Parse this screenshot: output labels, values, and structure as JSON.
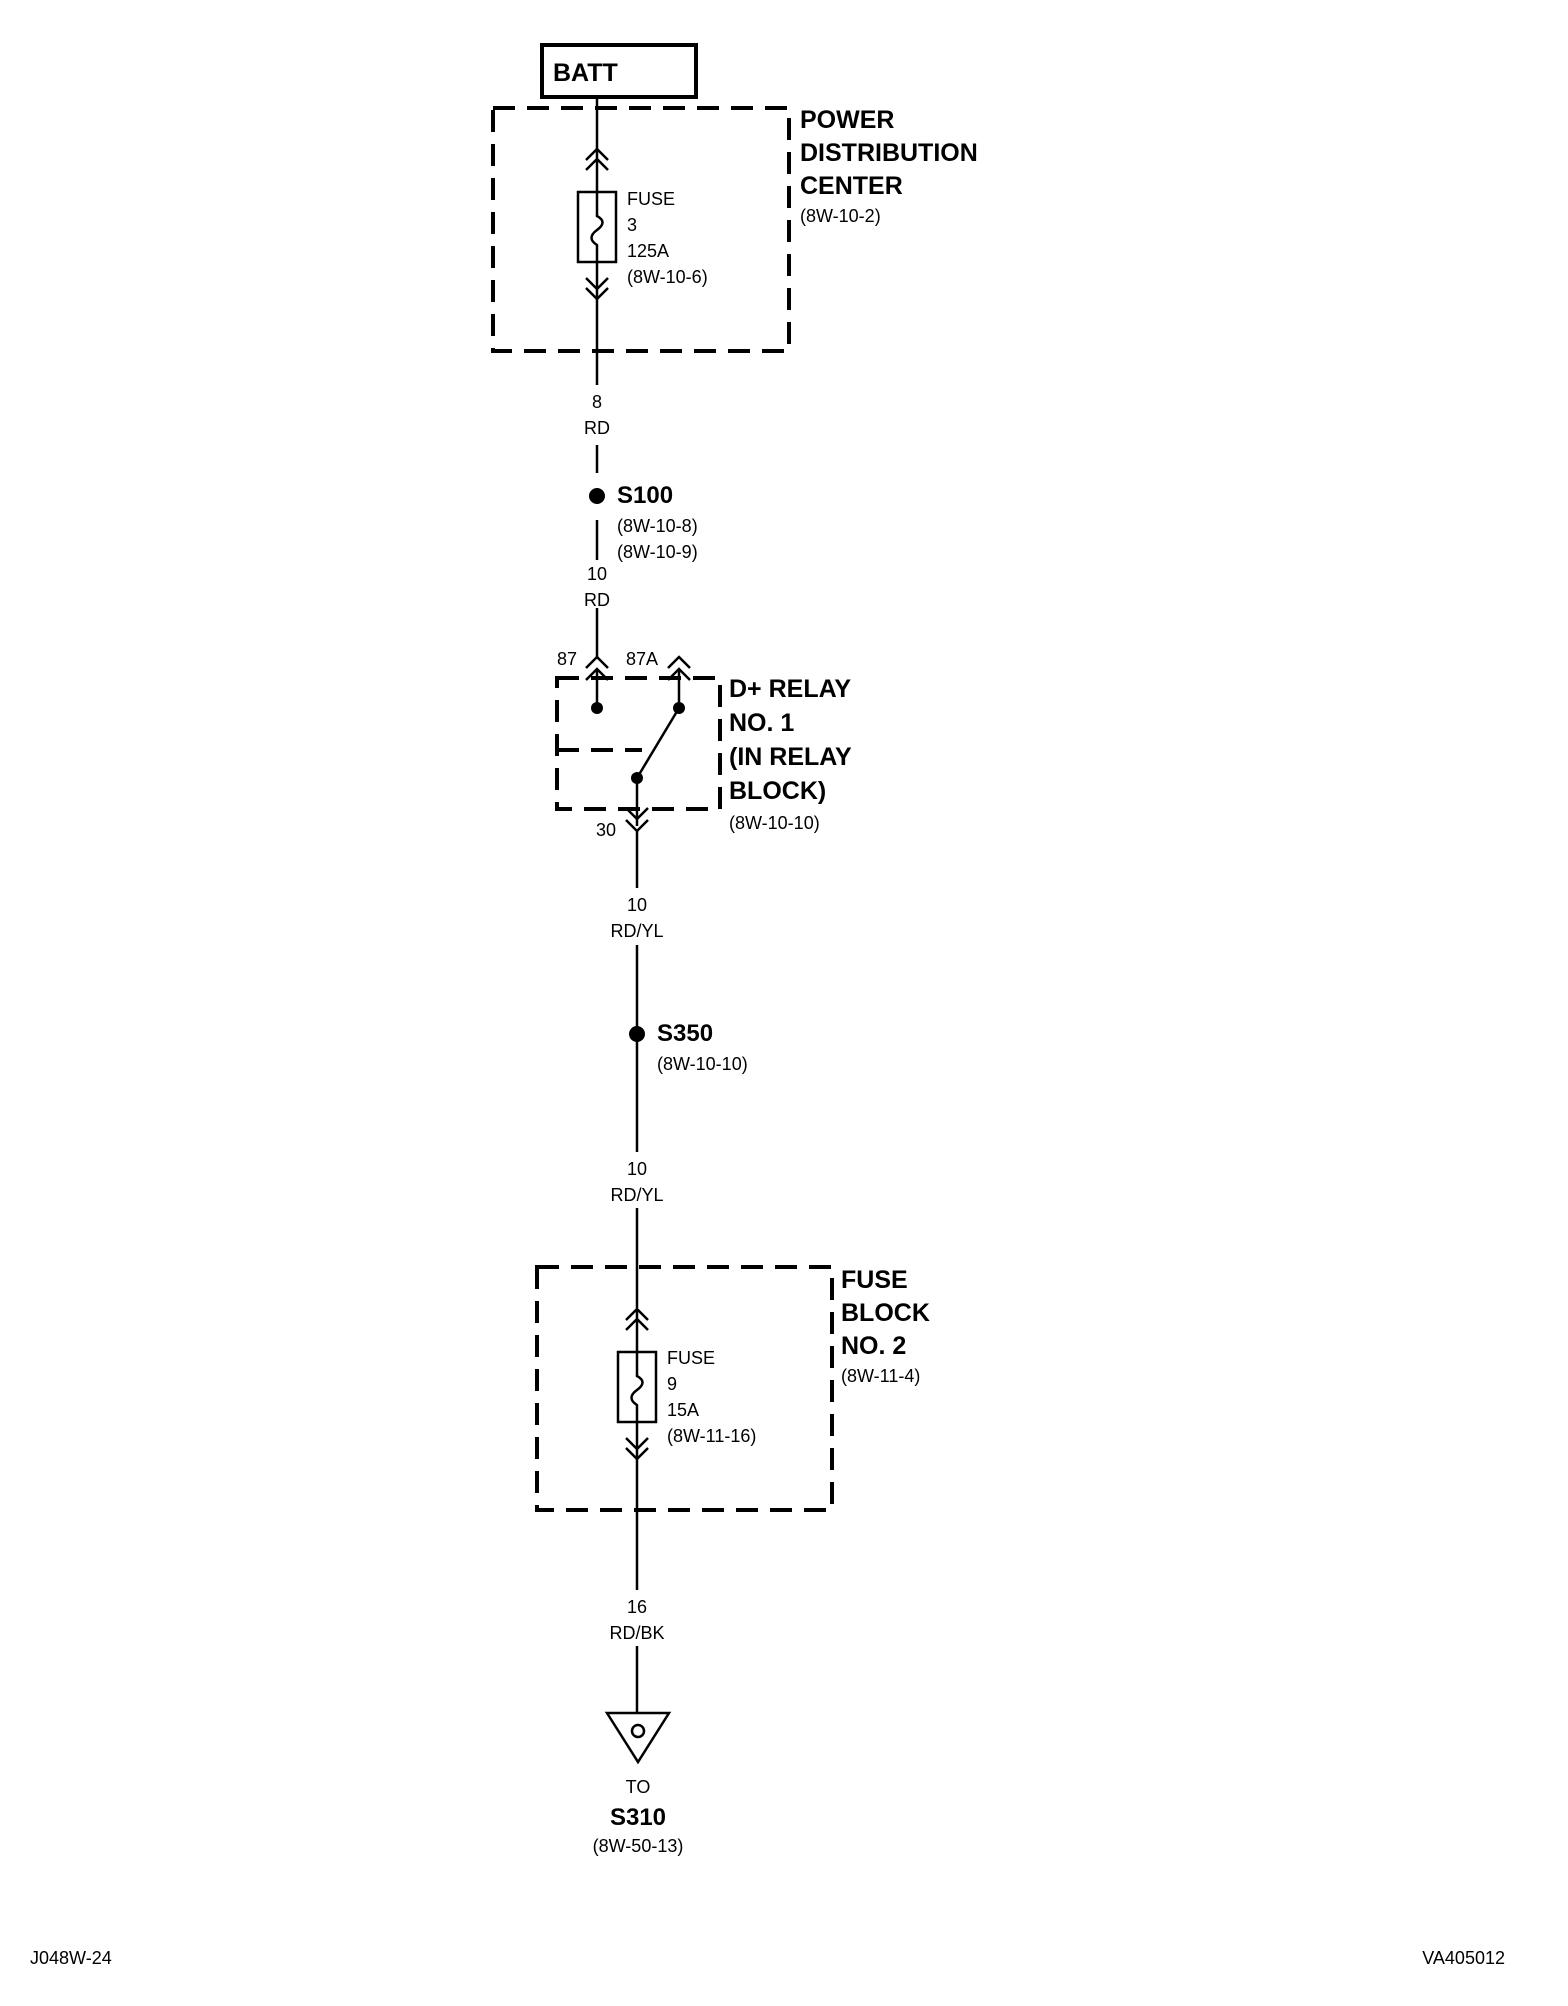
{
  "batt": "BATT",
  "pdc": {
    "title": [
      "POWER",
      "DISTRIBUTION",
      "CENTER"
    ],
    "ref": "(8W-10-2)",
    "fuse": [
      "FUSE",
      "3",
      "125A",
      "(8W-10-6)"
    ]
  },
  "wire1": {
    "gauge": "8",
    "color": "RD"
  },
  "s100": {
    "label": "S100",
    "refs": [
      "(8W-10-8)",
      "(8W-10-9)"
    ]
  },
  "wire2": {
    "gauge": "10",
    "color": "RD"
  },
  "relay": {
    "title": [
      "D+ RELAY",
      "NO. 1",
      "(IN RELAY",
      "BLOCK)"
    ],
    "ref": "(8W-10-10)",
    "pin87": "87",
    "pin87a": "87A",
    "pin30": "30"
  },
  "wire3": {
    "gauge": "10",
    "color": "RD/YL"
  },
  "s350": {
    "label": "S350",
    "ref": "(8W-10-10)"
  },
  "wire4": {
    "gauge": "10",
    "color": "RD/YL"
  },
  "fb2": {
    "title": [
      "FUSE",
      "BLOCK",
      "NO. 2"
    ],
    "ref": "(8W-11-4)",
    "fuse": [
      "FUSE",
      "9",
      "15A",
      "(8W-11-16)"
    ]
  },
  "wire5": {
    "gauge": "16",
    "color": "RD/BK"
  },
  "dest": {
    "to": "TO",
    "label": "S310",
    "ref": "(8W-50-13)"
  },
  "footer": {
    "left": "J048W-24",
    "right": "VA405012"
  }
}
